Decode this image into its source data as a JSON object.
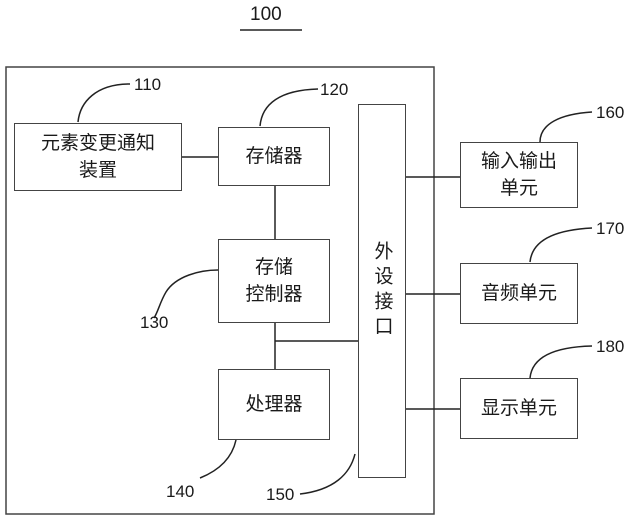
{
  "figure": {
    "title": "100",
    "blocks": {
      "notify": {
        "line1": "元素变更通知",
        "line2": "装置",
        "ref": "110"
      },
      "memory": {
        "label": "存储器",
        "ref": "120"
      },
      "mem_ctrl": {
        "line1": "存储",
        "line2": "控制器",
        "ref": "130"
      },
      "processor": {
        "label": "处理器",
        "ref": "140"
      },
      "peripheral": {
        "label": "外设接口",
        "ref": "150"
      },
      "io_unit": {
        "line1": "输入输出",
        "line2": "单元",
        "ref": "160"
      },
      "audio_unit": {
        "label": "音频单元",
        "ref": "170"
      },
      "display_unit": {
        "label": "显示单元",
        "ref": "180"
      }
    }
  }
}
